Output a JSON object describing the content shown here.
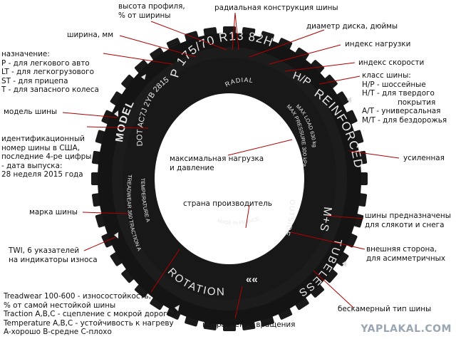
{
  "tyre": {
    "size": "P 175/70 R13 82H",
    "radial": "RADIAL",
    "model": "MODEL",
    "dot": "DOT AC7J 2YB 2815",
    "hp": "H/P",
    "reinforced": "REINFORCED",
    "max_load": "MAX LOAD 630 kg",
    "max_pressure": "MAX PRESSURE 300 kPa",
    "made_in": "MADE IN FRANCE",
    "outside": "OUTSIDE",
    "ms": "M+S",
    "tubeless": "TUBELESS",
    "rotation": "ROTATION",
    "rotation_arrows": "««",
    "treadwear": "TREADWEAR 360 TRACTION A",
    "temperature": "TEMPERATURE A"
  },
  "labels": {
    "profile_height": [
      "высота профиля,",
      "% от ширины"
    ],
    "radial": [
      "радиальная конструкция шины"
    ],
    "rim_diameter": [
      "диаметр диска, дюймы"
    ],
    "width": [
      "ширина, мм"
    ],
    "load_index": [
      "индекс нагрузки"
    ],
    "purpose": [
      "назначение:",
      "P - для легкового авто",
      "LT - для легкогрузового",
      "ST - для прицепа",
      "T - для запасного колеса"
    ],
    "speed_index": [
      "индекс скорости"
    ],
    "tyre_class": [
      "класс шины:",
      "H/P - шоссейные",
      "H/T - для твердого",
      "покрытия",
      "A/T - универсальная",
      "M/T - для бездорожья"
    ],
    "model": [
      "модель шины"
    ],
    "dot_id": [
      "идентификационный",
      "номер шины в США,",
      "последние 4-ре цифры",
      "- дата выпуска:",
      "28 неделя 2015 года"
    ],
    "max_load": [
      "максимальная нагрузка",
      "и давление"
    ],
    "reinforced": [
      "усиленная"
    ],
    "country": [
      "страна производитель"
    ],
    "brand": [
      "марка шины"
    ],
    "mud_snow": [
      "шины предназначены",
      "для слякоти и снега"
    ],
    "twi": [
      "TWI, 6 указателей",
      "на индикаторы износа"
    ],
    "outside": [
      "внешняя сторона,",
      "для асимметричных"
    ],
    "treadwear": [
      "Treadwear 100-600 - износостойкость,",
      "% от самой нестойкой шины",
      "Traction A,B,C - сцепление с мокрой дорогой",
      "Temperature A,B,C - устойчивость к нагреву",
      "A-хорошо B-средне C-плохо"
    ],
    "tubeless": [
      "бескамерный тип шины"
    ],
    "rotation": [
      "направление вращения"
    ]
  },
  "watermark": "YAPLAKAL.COM",
  "colors": {
    "tyre": "#141414",
    "tyre_text": "#e8e8e8",
    "pointer": "#b00000",
    "background": "#ffffff"
  }
}
